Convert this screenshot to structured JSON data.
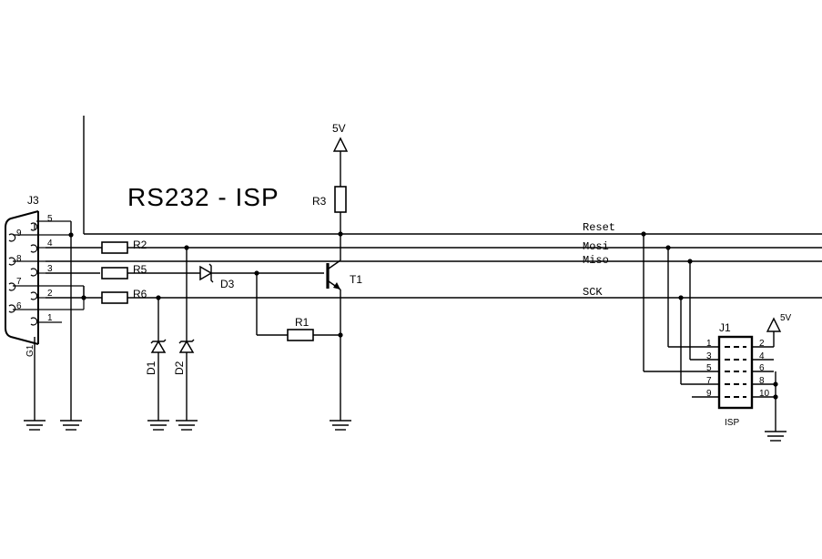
{
  "title": "RS232 - ISP",
  "labels": {
    "supply_r3": "5V",
    "supply_isp": "5V",
    "r1": "R1",
    "r2": "R2",
    "r3": "R3",
    "r5": "R5",
    "r6": "R6",
    "d1": "D1",
    "d2": "D2",
    "d3": "D3",
    "t1": "T1",
    "j1": "J1",
    "j3": "J3",
    "g1": "G1",
    "isp": "ISP"
  },
  "nets": {
    "reset": "Reset",
    "mosi": "Mosi",
    "miso": "Miso",
    "sck": "SCK"
  },
  "db9_pins": [
    "5",
    "9",
    "4",
    "8",
    "3",
    "7",
    "2",
    "6",
    "1"
  ],
  "isp_pins_left": [
    "1",
    "3",
    "5",
    "7",
    "9"
  ],
  "isp_pins_right": [
    "2",
    "4",
    "6",
    "8",
    "10"
  ]
}
